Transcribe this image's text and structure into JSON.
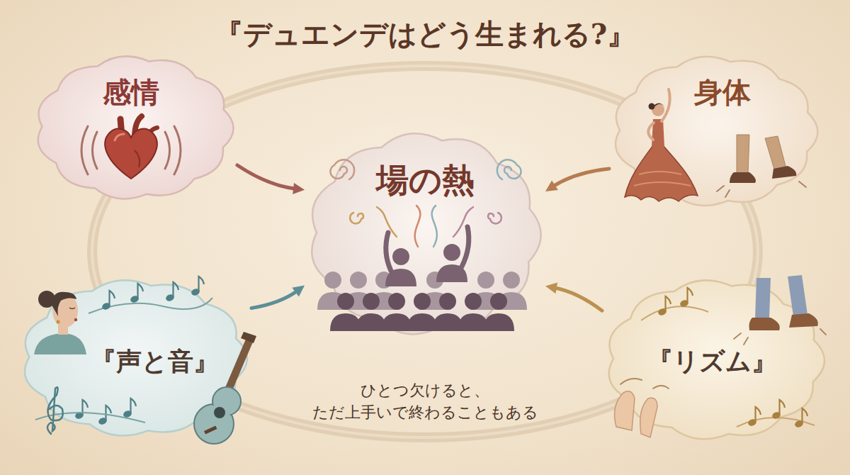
{
  "diagram": {
    "title": "『デュエンデはどう生まれる?』",
    "nodes": [
      {
        "text": [
          "感情"
        ]
      },
      {
        "text": [
          "身体"
        ]
      },
      {
        "text": [
          "場の熱"
        ]
      },
      {
        "text": [
          "『声と音』"
        ]
      },
      {
        "text": [
          "『リズム』"
        ]
      }
    ],
    "edges": [
      {
        "from": 0,
        "to": 2,
        "arrow": "to"
      },
      {
        "from": 1,
        "to": 2,
        "arrow": "to"
      },
      {
        "from": 3,
        "to": 2,
        "arrow": "to"
      },
      {
        "from": 4,
        "to": 2,
        "arrow": "to"
      }
    ],
    "labels": [
      "ひとつ欠けると、 ただ上手いで終わることもある"
    ]
  }
}
